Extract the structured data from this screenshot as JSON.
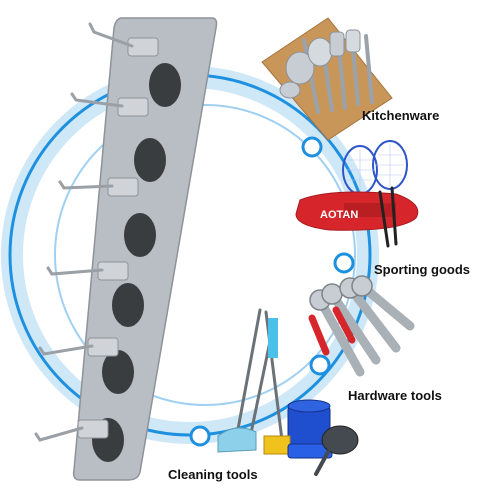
{
  "labels": {
    "kitchenware": "Kitchenware",
    "sporting_goods": "Sporting goods",
    "hardware_tools": "Hardware tools",
    "cleaning_tools": "Cleaning tools"
  },
  "bag_brand": "AOTAN",
  "colors": {
    "circle": "#1e90e0",
    "rack": "#b9bec4",
    "bag": "#d7262b"
  }
}
